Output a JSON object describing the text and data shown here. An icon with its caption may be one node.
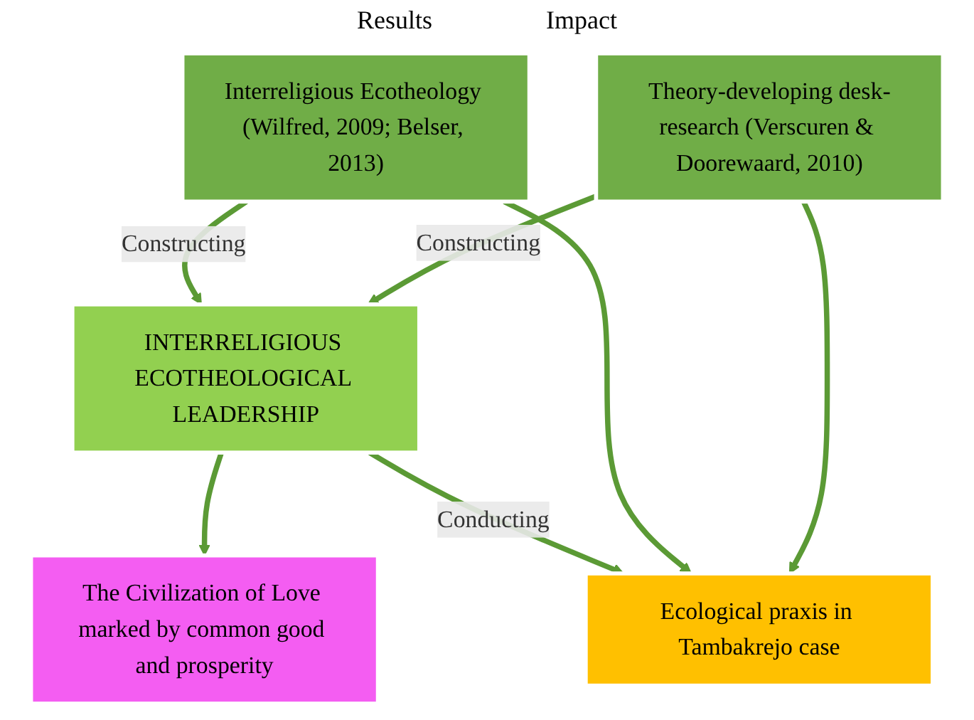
{
  "diagram": {
    "nodes": [
      {
        "text": [
          "The Civilization of Love marked by common good and prosperity"
        ]
      },
      {
        "text": [
          "INTERRELIGIOUS ECOTHEOLOGICAL LEADERSHIP"
        ]
      },
      {
        "text": [
          "Interreligious Ecotheology (Wilfred, 2009; Belser, 2013)"
        ]
      },
      {
        "text": [
          "Ecological praxis in Tambakrejo case"
        ]
      },
      {
        "text": [
          "Theory-developing desk-research (Verscuren & Doorewaard, 2010)"
        ]
      }
    ],
    "edges": [
      {
        "from": 1,
        "to": 0,
        "arrow": "to"
      },
      {
        "from": 2,
        "to": 1,
        "arrow": "to",
        "label": "Constructing"
      },
      {
        "from": 1,
        "to": 3,
        "arrow": "to",
        "label": "Conducting"
      },
      {
        "from": 4,
        "to": 1,
        "arrow": "to",
        "label": "Constructing"
      },
      {
        "from": 2,
        "to": 3,
        "arrow": "to"
      },
      {
        "from": 4,
        "to": 3,
        "arrow": "to"
      }
    ],
    "labels": [
      "Results",
      "Impact"
    ]
  }
}
